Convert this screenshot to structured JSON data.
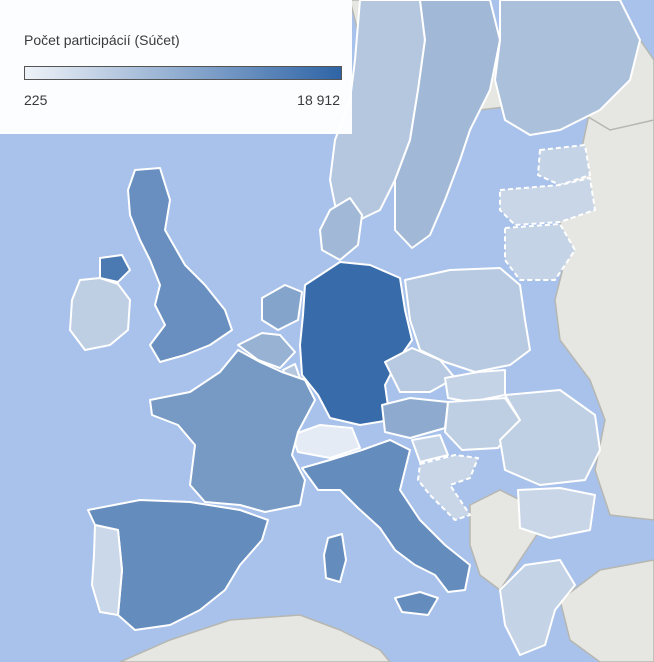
{
  "legend": {
    "title": "Počet participácií (Súčet)",
    "min_label": "225",
    "max_label": "18 912",
    "color_low": "#eef2f8",
    "color_high": "#2e64a6"
  },
  "colors": {
    "sea": "#a8c2eb",
    "non_data_land": "#e6e6e2",
    "border": "#ffffff"
  },
  "countries": [
    {
      "name": "United Kingdom",
      "intensity": 0.7
    },
    {
      "name": "Ireland",
      "intensity": 0.25
    },
    {
      "name": "Northern Ireland",
      "intensity": 0.85
    },
    {
      "name": "France",
      "intensity": 0.62
    },
    {
      "name": "Spain",
      "intensity": 0.72
    },
    {
      "name": "Portugal",
      "intensity": 0.18
    },
    {
      "name": "Germany",
      "intensity": 0.95
    },
    {
      "name": "Netherlands",
      "intensity": 0.55
    },
    {
      "name": "Belgium",
      "intensity": 0.45
    },
    {
      "name": "Luxembourg",
      "intensity": 0.3
    },
    {
      "name": "Switzerland",
      "intensity": 0.05
    },
    {
      "name": "Italy",
      "intensity": 0.72
    },
    {
      "name": "Austria",
      "intensity": 0.5
    },
    {
      "name": "Denmark",
      "intensity": 0.4
    },
    {
      "name": "Sweden",
      "intensity": 0.4
    },
    {
      "name": "Norway",
      "intensity": 0.3
    },
    {
      "name": "Finland",
      "intensity": 0.35
    },
    {
      "name": "Poland",
      "intensity": 0.28
    },
    {
      "name": "Czechia",
      "intensity": 0.28
    },
    {
      "name": "Slovakia",
      "intensity": 0.22
    },
    {
      "name": "Hungary",
      "intensity": 0.25
    },
    {
      "name": "Slovenia",
      "intensity": 0.22
    },
    {
      "name": "Croatia",
      "intensity": 0.2
    },
    {
      "name": "Romania",
      "intensity": 0.24
    },
    {
      "name": "Bulgaria",
      "intensity": 0.2
    },
    {
      "name": "Greece",
      "intensity": 0.22
    },
    {
      "name": "Estonia",
      "intensity": 0.22
    },
    {
      "name": "Latvia",
      "intensity": 0.2
    },
    {
      "name": "Lithuania",
      "intensity": 0.22
    }
  ]
}
